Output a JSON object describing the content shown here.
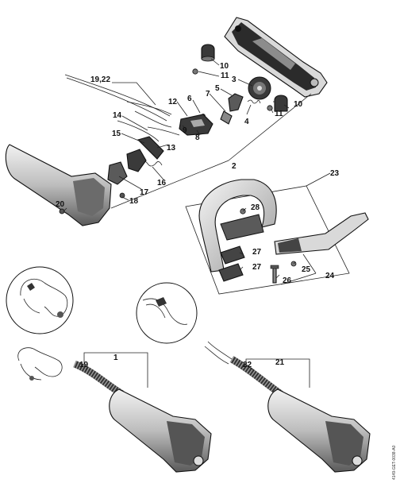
{
  "reference_code": "4149-GET-0038-A0",
  "callouts": {
    "c1": "1",
    "c2": "2",
    "c3": "3",
    "c4": "4",
    "c5": "5",
    "c6": "6",
    "c7": "7",
    "c8": "8",
    "c9": "9",
    "c10a": "10",
    "c10b": "10",
    "c11a": "11",
    "c11b": "11",
    "c12": "12",
    "c13": "13",
    "c14": "14",
    "c15": "15",
    "c16": "16",
    "c17": "17",
    "c18": "18",
    "c19": "19",
    "c1922": "19,22",
    "c20": "20",
    "c21": "21",
    "c22": "22",
    "c23": "23",
    "c24": "24",
    "c25": "25",
    "c26": "26",
    "c27a": "27",
    "c27b": "27",
    "c28": "28"
  },
  "colors": {
    "line": "#111111",
    "housing_dark": "#2b2b2b",
    "housing_mid": "#8c8c8c",
    "housing_light": "#e6e6e6"
  }
}
